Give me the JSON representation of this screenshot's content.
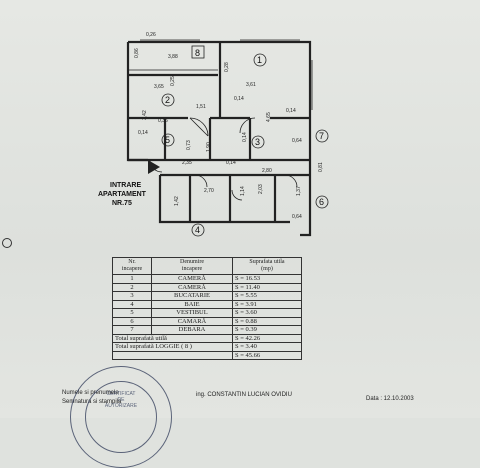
{
  "plan": {
    "entry_label_1": "INTRARE",
    "entry_label_2": "APARTAMENT",
    "entry_label_3": "NR.75",
    "room_markers": [
      "1",
      "2",
      "3",
      "4",
      "5",
      "6",
      "7",
      "8"
    ],
    "dims": {
      "d026": "0,26",
      "d086": "0,86",
      "d388": "3,88",
      "d028": "0,28",
      "d365": "3,65",
      "d025": "0,25",
      "d361": "3,61",
      "d014a": "0,14",
      "d342": "3,42",
      "d151": "1,51",
      "d014b": "0,14",
      "d036": "0,36",
      "d465": "4,65",
      "d014c": "0,14",
      "d014d": "0,14",
      "d064a": "0,64",
      "d073": "0,73",
      "d190": "1,90",
      "d235": "2,35",
      "d014e": "0,14",
      "d280": "2,80",
      "d081": "0,81",
      "d270": "2,70",
      "d114": "1,14",
      "d203": "2,03",
      "d137": "1,37",
      "d142": "1,42",
      "d064b": "0,64"
    }
  },
  "table": {
    "headers": [
      "Nr.\nincapere",
      "Denumire\nincapere",
      "Suprafata utila\n(mp)"
    ],
    "rows": [
      {
        "nr": "1",
        "name": "CAMERĂ",
        "area": "S = 16.53"
      },
      {
        "nr": "2",
        "name": "CAMERĂ",
        "area": "S = 11.40"
      },
      {
        "nr": "3",
        "name": "BUCATARIE",
        "area": "S = 5.55"
      },
      {
        "nr": "4",
        "name": "BAIE",
        "area": "S = 3.91"
      },
      {
        "nr": "5",
        "name": "VESTIBUL",
        "area": "S = 3.60"
      },
      {
        "nr": "6",
        "name": "CAMARĂ",
        "area": "S = 0.88"
      },
      {
        "nr": "7",
        "name": "DEBARA",
        "area": "S = 0.39"
      }
    ],
    "total_util_label": "Total suprafată utilă",
    "total_util_value": "S = 42.26",
    "total_loggie_label": "Total suprafată LOGGIE ( 8 )",
    "total_loggie_value": "S = 3.40",
    "total_value": "S = 45.66"
  },
  "footer": {
    "line1": "Numele si prenumele",
    "author": "ing. CONSTANTIN LUCIAN OVIDIU",
    "line2": "Semnatura si stampila",
    "date": "Data : 12.10.2003"
  },
  "stamp": {
    "line1": "CERTIFICAT",
    "line2": "DE",
    "line3": "AUTORIZARE"
  }
}
